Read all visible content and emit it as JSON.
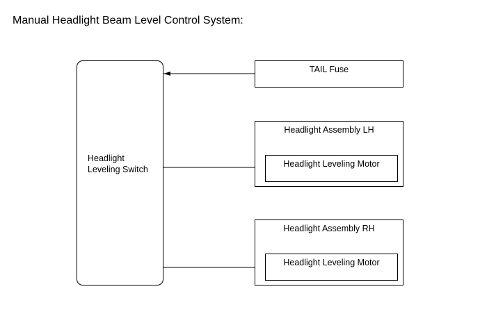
{
  "title": "Manual Headlight Beam Level Control System:",
  "switch": {
    "label_line1": "Headlight",
    "label_line2": "Leveling Switch"
  },
  "fuse": {
    "label": "TAIL Fuse"
  },
  "assembly_lh": {
    "label": "Headlight Assembly LH",
    "motor_label": "Headlight Leveling Motor"
  },
  "assembly_rh": {
    "label": "Headlight Assembly RH",
    "motor_label": "Headlight Leveling Motor"
  },
  "colors": {
    "line": "#000000",
    "background": "#ffffff"
  }
}
